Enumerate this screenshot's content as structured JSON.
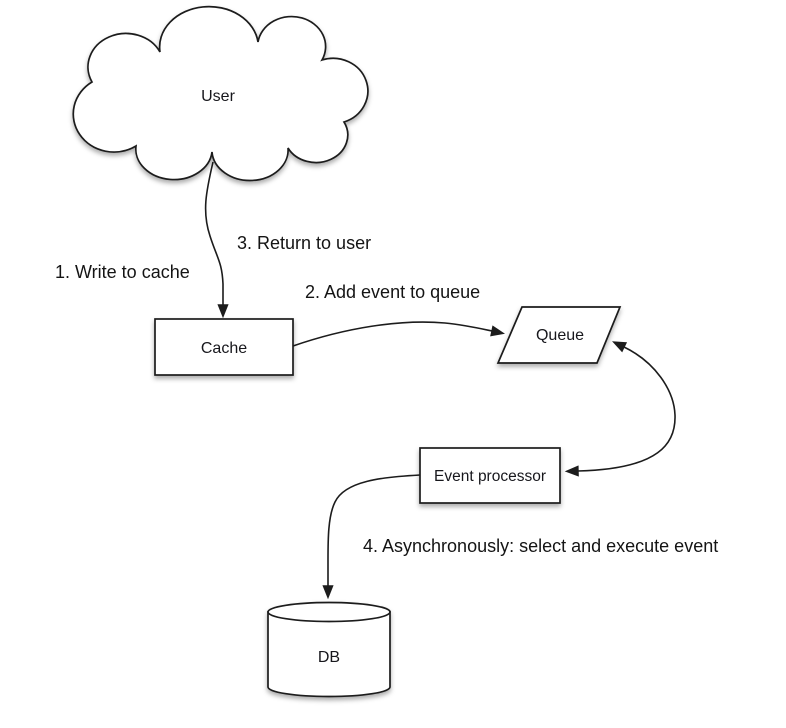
{
  "diagram": {
    "background": "#ffffff",
    "stroke_color": "#1c1c1c",
    "text_color": "#17171c",
    "nodes": {
      "user": {
        "label": "User",
        "shape": "cloud"
      },
      "cache": {
        "label": "Cache",
        "shape": "rectangle"
      },
      "queue": {
        "label": "Queue",
        "shape": "parallelogram"
      },
      "event_processor": {
        "label": "Event processor",
        "shape": "rectangle"
      },
      "db": {
        "label": "DB",
        "shape": "cylinder"
      }
    },
    "steps": {
      "step1": {
        "label": "1. Write to cache"
      },
      "step2": {
        "label": "2. Add event to queue"
      },
      "step3": {
        "label": "3. Return to user"
      },
      "step4": {
        "label": "4. Asynchronously: select and execute event"
      }
    },
    "edges": [
      {
        "from": "user",
        "to": "cache",
        "style": "arrow",
        "step": "1, 3"
      },
      {
        "from": "cache",
        "to": "queue",
        "style": "arrow",
        "step": "2"
      },
      {
        "from": "queue",
        "to": "event_processor",
        "style": "double-arrow",
        "step": ""
      },
      {
        "from": "event_processor",
        "to": "db",
        "style": "arrow",
        "step": "4"
      }
    ]
  }
}
